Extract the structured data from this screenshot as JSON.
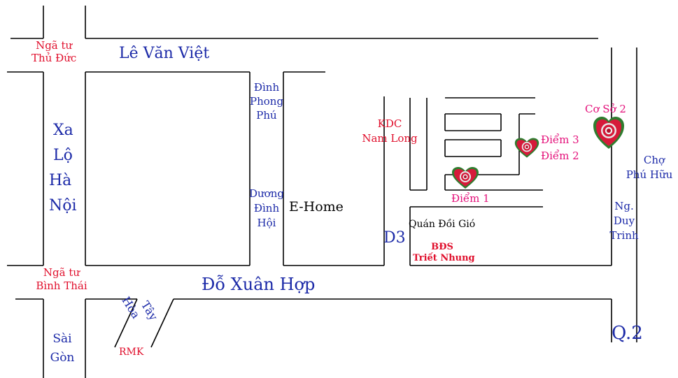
{
  "colors": {
    "street": "#1c2aa8",
    "place": "#e00f2c",
    "marker_name": "#e4107a",
    "road_line": "#000000",
    "background": "#ffffff",
    "marker_fill": "#d61a3a",
    "marker_border": "#2f7d2f"
  },
  "labels": {
    "nga_tu_thu_duc": [
      "Ngã tư",
      "Thủ Đức"
    ],
    "le_van_viet": "Lê Văn Việt",
    "dinh_phong_phu": [
      "Đình",
      "Phong",
      "Phú"
    ],
    "xa_lo_ha_noi": [
      "Xa",
      "Lộ",
      "Hà",
      "Nội"
    ],
    "duong_dinh_hoi": [
      "Dương",
      "Đình",
      "Hội"
    ],
    "e_home": "E-Home",
    "kdc_nam_long": [
      "KDC",
      "Nam Long"
    ],
    "quan_doi_gio": "Quán Đồi Gió",
    "d3": "D3",
    "bds_triet_nhung": [
      "BĐS",
      "Triết Nhung"
    ],
    "nga_tu_binh_thai": [
      "Ngã tư",
      "Bình Thái"
    ],
    "do_xuan_hop": "Đỗ Xuân Hợp",
    "tay_hoa": [
      "Tây",
      "Hòa"
    ],
    "rmk": "RMK",
    "sai_gon": [
      "Sài",
      "Gòn"
    ],
    "q2": "Q.2",
    "cho_phu_huu": [
      "Chợ",
      "Phú Hữu"
    ],
    "ng_duy_trinh": [
      "Ng.",
      "Duy",
      "Trinh"
    ]
  },
  "markers": {
    "diem_1": "Điểm 1",
    "diem_3": "Điểm 3",
    "diem_2": "Điểm 2",
    "co_so_2": "Cơ Sở 2",
    "icon": "rose-heart-icon"
  }
}
